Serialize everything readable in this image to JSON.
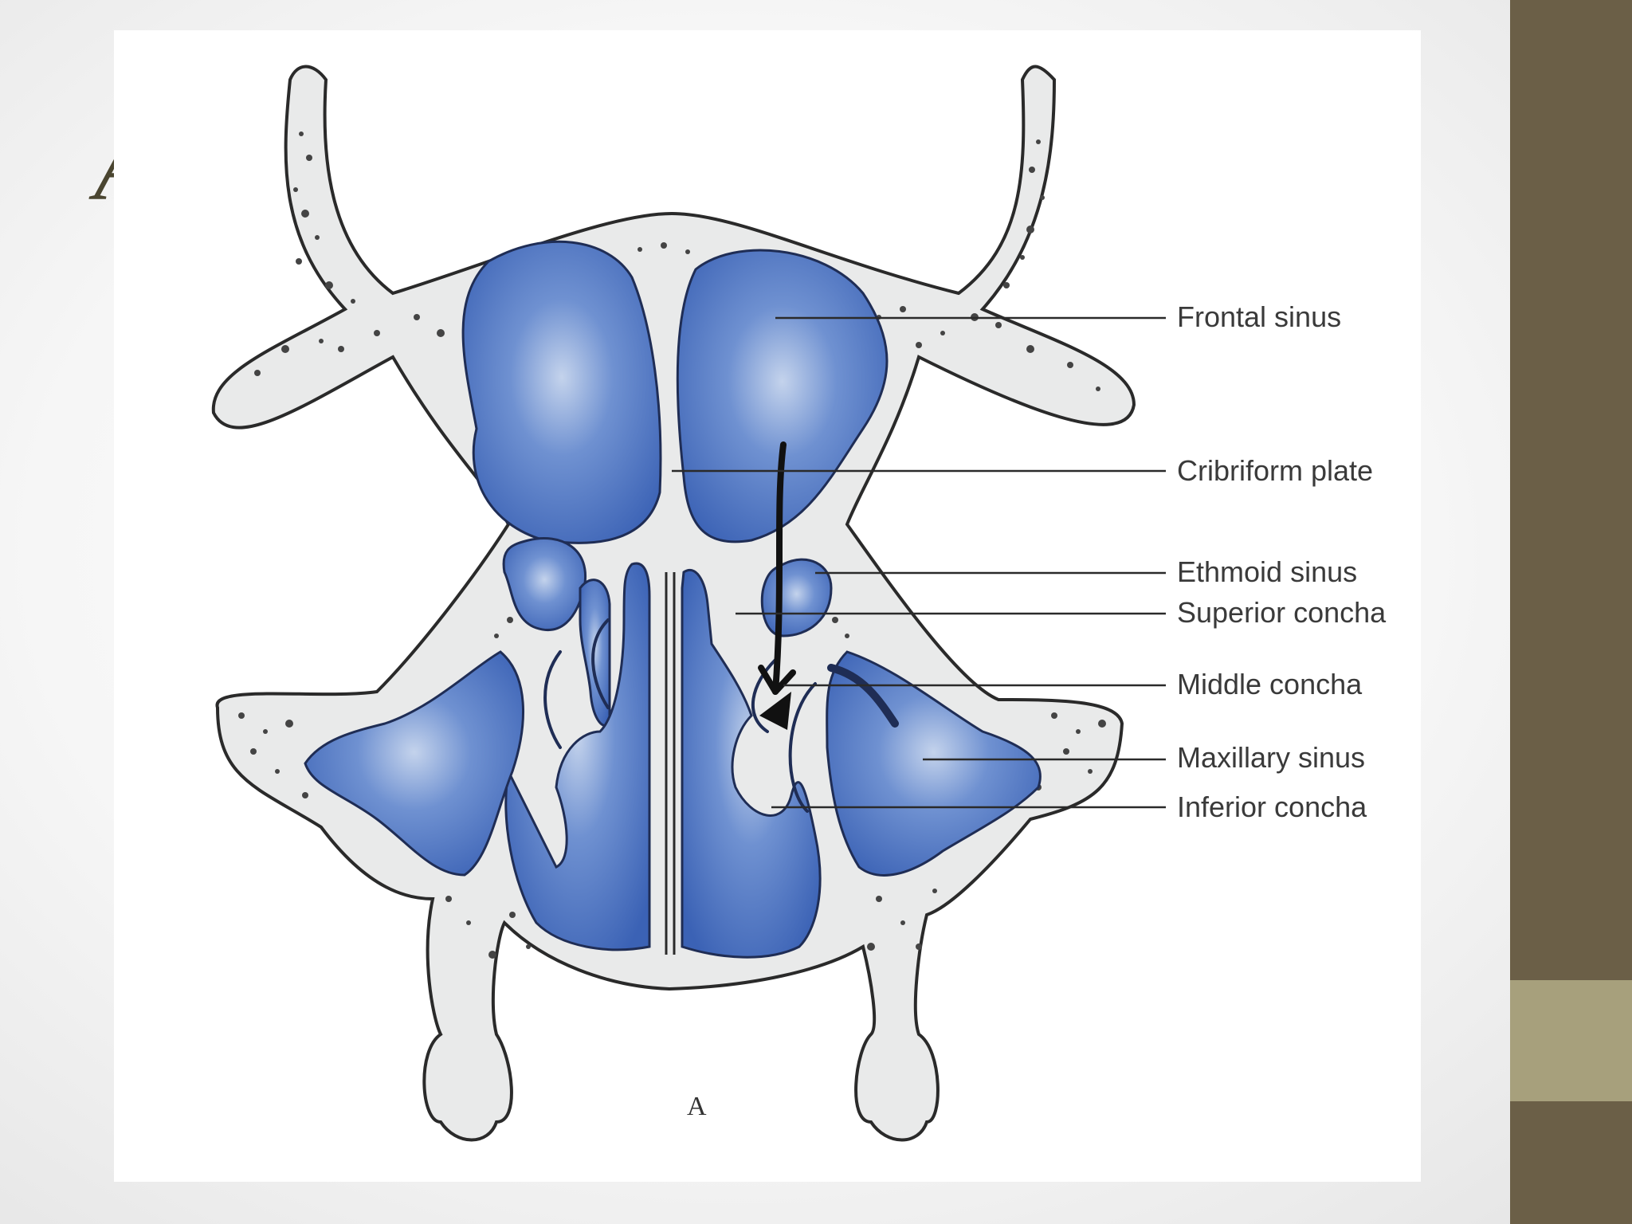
{
  "slide": {
    "title_glyph": "A",
    "colors": {
      "side_band": "#6b5f47",
      "side_accent": "#a7a07c",
      "sinus_fill": "#4d74c2",
      "bone_fill": "#e9eaea"
    }
  },
  "diagram": {
    "panel_letter": "A",
    "labels": [
      "Frontal sinus",
      "Cribriform plate",
      "Ethmoid sinus",
      "Superior concha",
      "Middle concha",
      "Maxillary sinus",
      "Inferior concha"
    ]
  }
}
